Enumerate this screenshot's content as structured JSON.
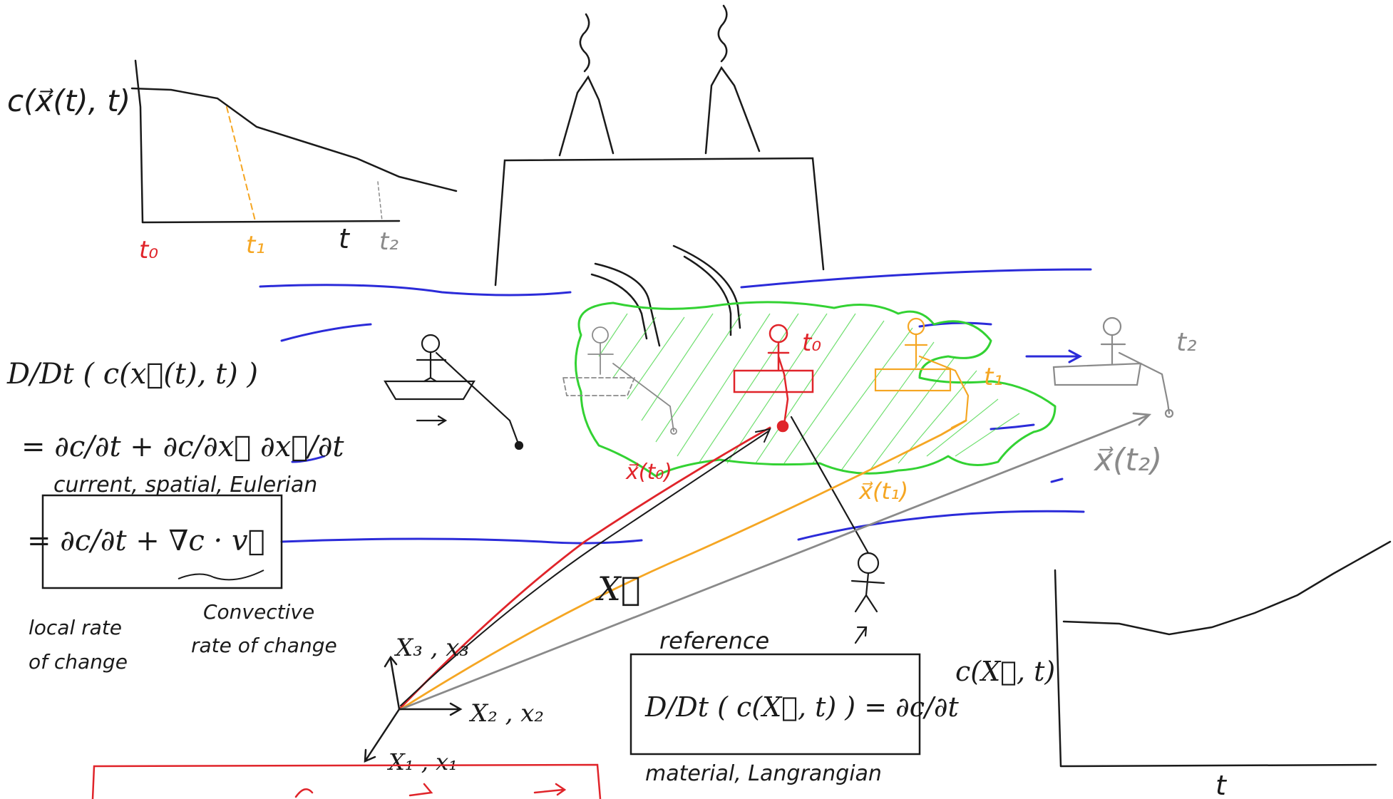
{
  "colors": {
    "ink": "#1a1a1a",
    "red": "#e0242a",
    "orange": "#f5a623",
    "green": "#33d233",
    "blue": "#2b2bd9",
    "gray": "#8a8a8a"
  },
  "top_graph": {
    "y_label": "c(x⃗(t), t)",
    "ticks": {
      "t0": "t₀",
      "t1": "t₁",
      "t": "t",
      "t2": "t₂"
    }
  },
  "river_scene": {
    "label_t0": "t₀",
    "label_t1": "t₁",
    "label_t2": "t₂",
    "x_t0": "x⃗(t₀)",
    "x_t1": "x⃗(t₁)",
    "x_t2": "x⃗(t₂)",
    "X_vec": "X⃗"
  },
  "euler_derivation": {
    "lhs": "D/Dt ( c(x⃗(t), t) )",
    "expansion": "= ∂c/∂t + ∂c/∂x⃗ ∂x⃗/∂t",
    "caption": "current, spatial, Eulerian",
    "boxed": "= ∂c/∂t + ∇c · v⃗",
    "note_local_1": "local rate",
    "note_local_2": "of change",
    "note_conv_1": "Convective",
    "note_conv_2": "rate of change"
  },
  "axes_labels": {
    "x3": "X₃ , x₃",
    "x2": "X₂ , x₂",
    "x1": "X₁ , x₁"
  },
  "lagrange": {
    "above": "reference",
    "boxed": "D/Dt ( c(X⃗, t) ) = ∂c/∂t",
    "caption": "material, Langrangian"
  },
  "bottom_graph": {
    "y_label": "c(X⃗, t)",
    "x_label": "t"
  }
}
